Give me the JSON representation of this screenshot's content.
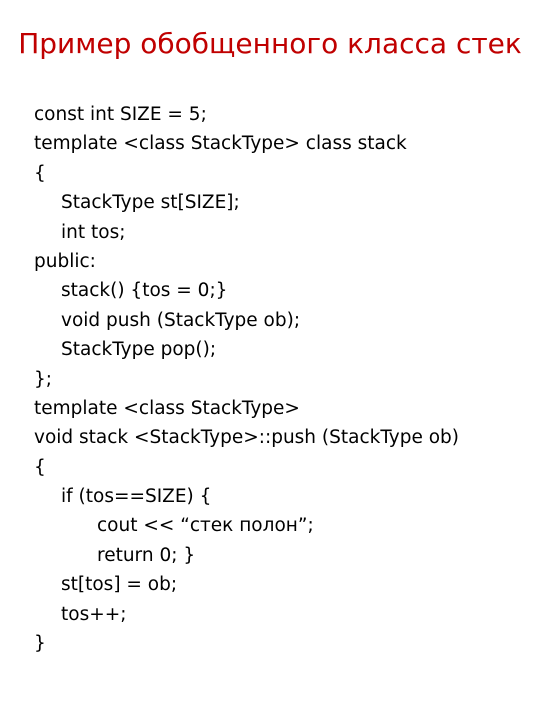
{
  "slide": {
    "title": "Пример обобщенного класса стек",
    "title_color": "#c00000",
    "code_lines": [
      {
        "indent": 0,
        "text": "const int SIZE = 5;"
      },
      {
        "indent": 0,
        "text": "template <class StackType> class stack"
      },
      {
        "indent": 0,
        "text": "{"
      },
      {
        "indent": 1,
        "text": "StackType st[SIZE];"
      },
      {
        "indent": 1,
        "text": "int tos;"
      },
      {
        "indent": 0,
        "text": "public:"
      },
      {
        "indent": 1,
        "text": "stack() {tos = 0;}"
      },
      {
        "indent": 1,
        "text": "void push (StackType ob);"
      },
      {
        "indent": 1,
        "text": "StackType pop();"
      },
      {
        "indent": 0,
        "text": "};"
      },
      {
        "indent": 0,
        "text": "template <class StackType>"
      },
      {
        "indent": 0,
        "text": "void stack <StackType>::push (StackType ob)"
      },
      {
        "indent": 0,
        "text": "{"
      },
      {
        "indent": 1,
        "text": "if (tos==SIZE) {"
      },
      {
        "indent": 2,
        "text": "cout << “стек полон”;"
      },
      {
        "indent": 2,
        "text": "return 0; }"
      },
      {
        "indent": 1,
        "text": "st[tos] = ob;"
      },
      {
        "indent": 1,
        "text": "tos++;"
      },
      {
        "indent": 0,
        "text": "}"
      }
    ]
  }
}
